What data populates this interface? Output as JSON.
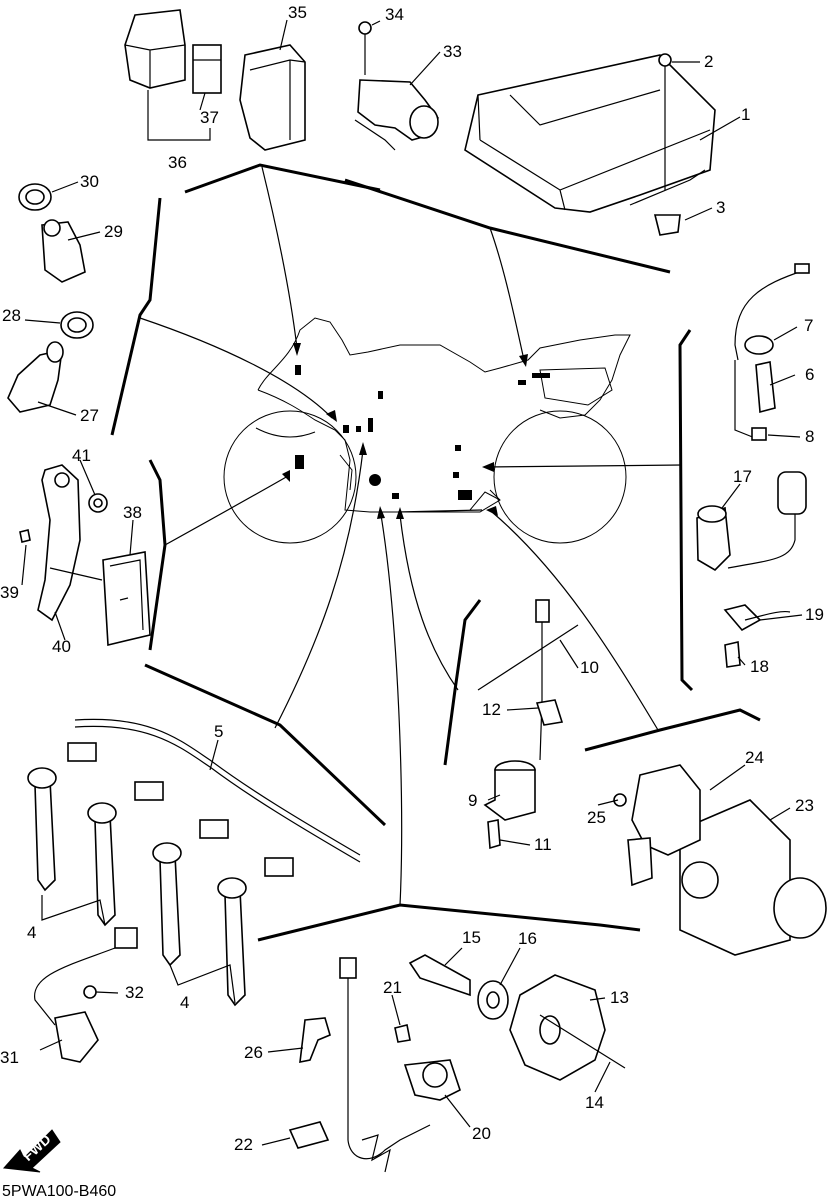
{
  "diagram": {
    "reference_code": "5PWA100-B460",
    "fwd_label": "FWD",
    "callouts": [
      {
        "id": "c1",
        "text": "1"
      },
      {
        "id": "c2",
        "text": "2"
      },
      {
        "id": "c3",
        "text": "3"
      },
      {
        "id": "c4a",
        "text": "4"
      },
      {
        "id": "c4b",
        "text": "4"
      },
      {
        "id": "c5",
        "text": "5"
      },
      {
        "id": "c6",
        "text": "6"
      },
      {
        "id": "c7",
        "text": "7"
      },
      {
        "id": "c8",
        "text": "8"
      },
      {
        "id": "c9",
        "text": "9"
      },
      {
        "id": "c10",
        "text": "10"
      },
      {
        "id": "c11",
        "text": "11"
      },
      {
        "id": "c12",
        "text": "12"
      },
      {
        "id": "c13",
        "text": "13"
      },
      {
        "id": "c14",
        "text": "14"
      },
      {
        "id": "c15",
        "text": "15"
      },
      {
        "id": "c16",
        "text": "16"
      },
      {
        "id": "c17",
        "text": "17"
      },
      {
        "id": "c18",
        "text": "18"
      },
      {
        "id": "c19",
        "text": "19"
      },
      {
        "id": "c20",
        "text": "20"
      },
      {
        "id": "c21",
        "text": "21"
      },
      {
        "id": "c22",
        "text": "22"
      },
      {
        "id": "c23",
        "text": "23"
      },
      {
        "id": "c24",
        "text": "24"
      },
      {
        "id": "c25",
        "text": "25"
      },
      {
        "id": "c26",
        "text": "26"
      },
      {
        "id": "c27",
        "text": "27"
      },
      {
        "id": "c28",
        "text": "28"
      },
      {
        "id": "c29",
        "text": "29"
      },
      {
        "id": "c30",
        "text": "30"
      },
      {
        "id": "c31",
        "text": "31"
      },
      {
        "id": "c32",
        "text": "32"
      },
      {
        "id": "c33",
        "text": "33"
      },
      {
        "id": "c34",
        "text": "34"
      },
      {
        "id": "c35",
        "text": "35"
      },
      {
        "id": "c36",
        "text": "36"
      },
      {
        "id": "c37",
        "text": "37"
      },
      {
        "id": "c38",
        "text": "38"
      },
      {
        "id": "c39",
        "text": "39"
      },
      {
        "id": "c40",
        "text": "40"
      },
      {
        "id": "c41",
        "text": "41"
      }
    ]
  }
}
